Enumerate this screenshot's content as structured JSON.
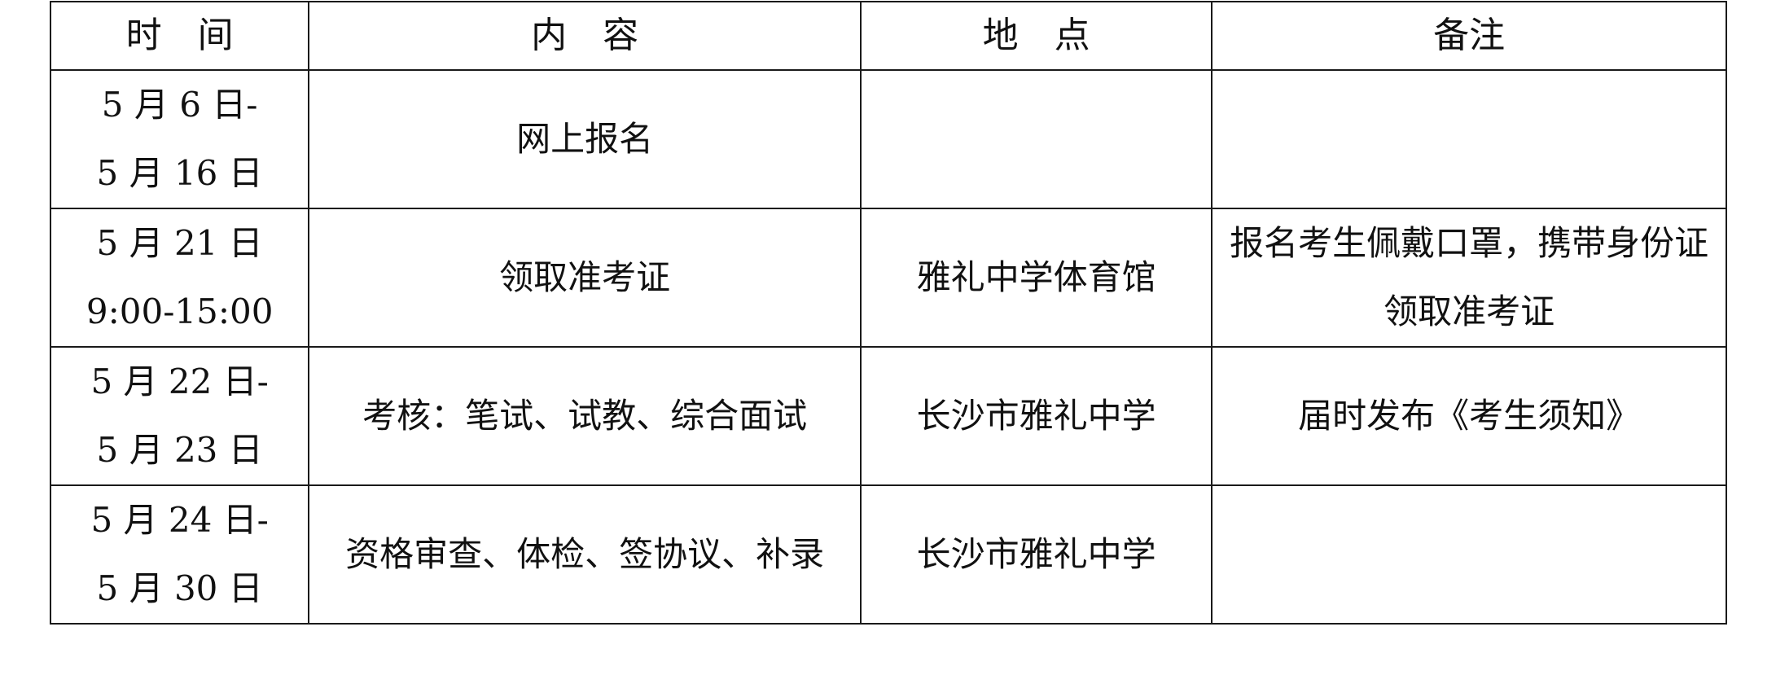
{
  "table": {
    "headers": {
      "time": "时　间",
      "content": "内　容",
      "place": "地　点",
      "note": "备注"
    },
    "rows": [
      {
        "time_line1": "5 月 6 日-",
        "time_line2": "5 月 16 日",
        "content": "网上报名",
        "place": "",
        "note": ""
      },
      {
        "time_line1": "5 月 21 日",
        "time_line2": "9:00-15:00",
        "content": "领取准考证",
        "place": "雅礼中学体育馆",
        "note": "报名考生佩戴口罩，携带身份证领取准考证"
      },
      {
        "time_line1": "5 月 22 日-",
        "time_line2": "5 月 23 日",
        "content": "考核：笔试、试教、综合面试",
        "place": "长沙市雅礼中学",
        "note": "届时发布《考生须知》"
      },
      {
        "time_line1": "5 月 24 日-",
        "time_line2": "5 月 30 日",
        "content": "资格审查、体检、签协议、补录",
        "place": "长沙市雅礼中学",
        "note": ""
      }
    ]
  }
}
